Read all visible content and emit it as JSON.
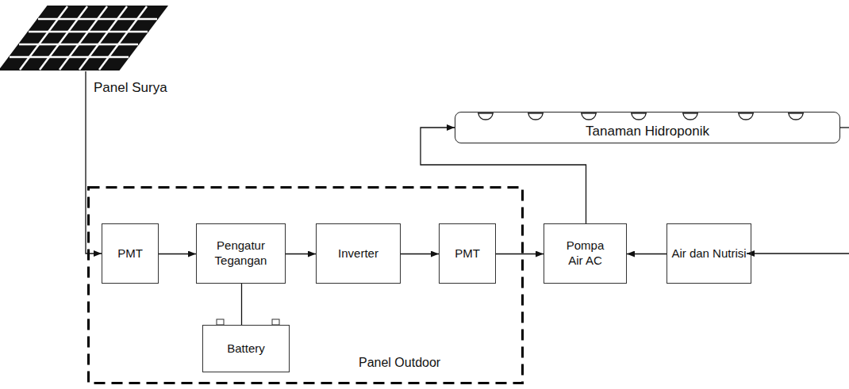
{
  "diagram": {
    "nodes": [
      {
        "text": [
          "Panel Surya"
        ]
      },
      {
        "text": [
          "Tanaman Hidroponik"
        ]
      },
      {
        "text": [
          "Panel Outdoor"
        ]
      },
      {
        "text": [
          "PMT"
        ],
        "in": 2
      },
      {
        "text": [
          "Pengatur Tegangan"
        ],
        "in": 2
      },
      {
        "text": [
          "Inverter"
        ],
        "in": 2
      },
      {
        "text": [
          "PMT"
        ],
        "in": 2
      },
      {
        "text": [
          "Battery"
        ],
        "in": 2
      },
      {
        "text": [
          "Pompa Air AC"
        ]
      },
      {
        "text": [
          "Air dan Nutrisi"
        ]
      }
    ],
    "edges": [
      {
        "from": 0,
        "to": 3,
        "arrow": "to"
      },
      {
        "from": 3,
        "to": 4,
        "arrow": "to"
      },
      {
        "from": 4,
        "to": 5,
        "arrow": "to"
      },
      {
        "from": 5,
        "to": 6,
        "arrow": "to"
      },
      {
        "from": 6,
        "to": 8,
        "arrow": "to"
      },
      {
        "from": 4,
        "to": 7,
        "arrow": "none"
      },
      {
        "from": 8,
        "to": 1,
        "arrow": "to"
      },
      {
        "from": 9,
        "to": 8,
        "arrow": "to"
      }
    ]
  }
}
